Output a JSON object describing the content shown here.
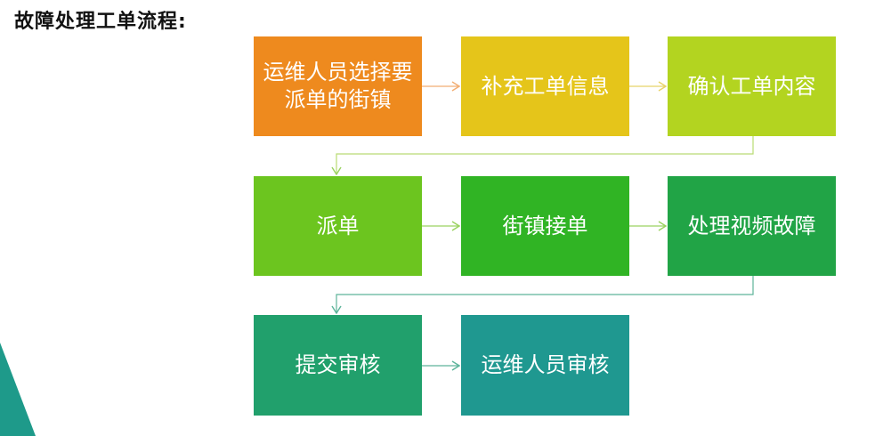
{
  "title": "故障处理工单流程:",
  "steps": [
    {
      "label": "运维人员选择要派单的街镇",
      "color": "#EE8A1E"
    },
    {
      "label": "补充工单信息",
      "color": "#E5C51A"
    },
    {
      "label": "确认工单内容",
      "color": "#B3D420"
    },
    {
      "label": "派单",
      "color": "#6CC51F"
    },
    {
      "label": "街镇接单",
      "color": "#30B424"
    },
    {
      "label": "处理视频故障",
      "color": "#21A446"
    },
    {
      "label": "提交审核",
      "color": "#21A06C"
    },
    {
      "label": "运维人员审核",
      "color": "#1F9890"
    }
  ],
  "arrow_colors": {
    "orange": "#F2AE73",
    "yellow": "#E8D36A",
    "green": "#9AD260",
    "teal": "#5DB49A"
  },
  "accent_teal": "#1E9A8A"
}
